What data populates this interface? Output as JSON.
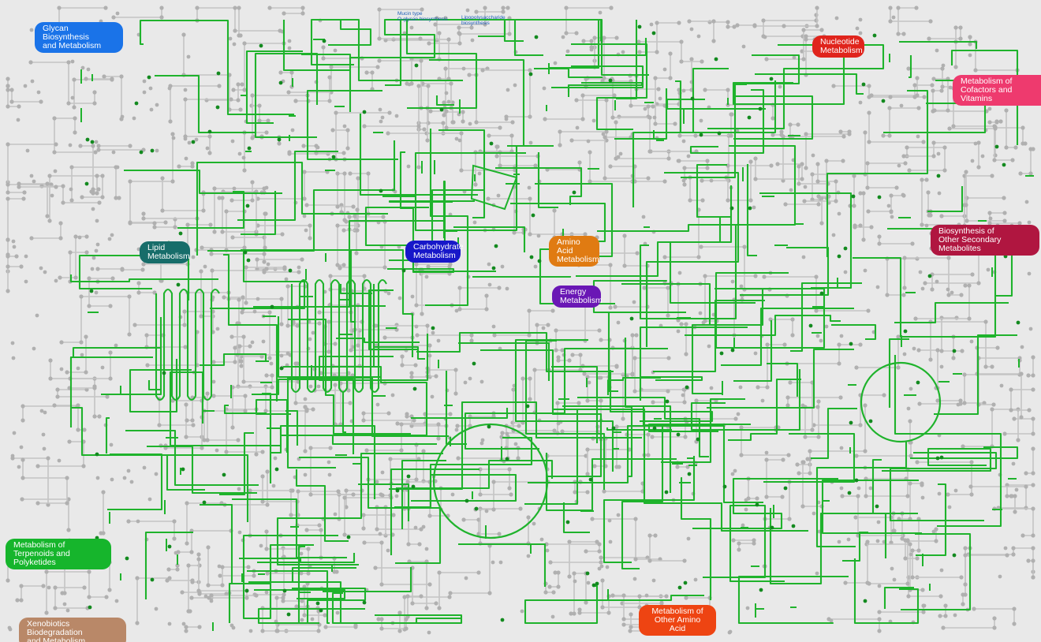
{
  "map": {
    "category_labels": [
      {
        "id": "glycan",
        "text": "Glycan Biosynthesis\nand Metabolism",
        "color": "#1a73e8"
      },
      {
        "id": "nucleotide",
        "text": "Nucleotide\nMetabolism",
        "color": "#e0241c"
      },
      {
        "id": "cofactors",
        "text": "Metabolism of\nCofactors and Vitamins",
        "color": "#ee3a6e"
      },
      {
        "id": "secondary",
        "text": "Biosynthesis of\nOther Secondary Metabolites",
        "color": "#b01640"
      },
      {
        "id": "lipid",
        "text": "Lipid\nMetabolism",
        "color": "#176d6a"
      },
      {
        "id": "carbohydrate",
        "text": "Carbohydrate\nMetabolism",
        "color": "#1717c9"
      },
      {
        "id": "aminoacid",
        "text": "Amino Acid\nMetabolism",
        "color": "#e07b12"
      },
      {
        "id": "energy",
        "text": "Energy\nMetabolism",
        "color": "#6a17b5"
      },
      {
        "id": "terpenoids",
        "text": "Metabolism of\nTerpenoids and Polyketides",
        "color": "#16b52c"
      },
      {
        "id": "xenobiotics",
        "text": "Xenobiotics Biodegradation\nand Metabolism",
        "color": "#b98868"
      },
      {
        "id": "otheraa",
        "text": "Metabolism of\nOther Amino Acid",
        "color": "#ee4412"
      }
    ],
    "small_labels": [
      {
        "id": "mucin",
        "text": "Mucin type\nO-glycan biosynthesis"
      },
      {
        "id": "lps",
        "text": "Lipopolysaccharide\nbiosynthesis"
      }
    ],
    "colors": {
      "background": "#e9e9e9",
      "background_pathway": "#c4c4c4",
      "background_node": "#b0b0b0",
      "highlighted_pathway": "#1fb32c",
      "highlighted_node": "#138a1f"
    }
  }
}
